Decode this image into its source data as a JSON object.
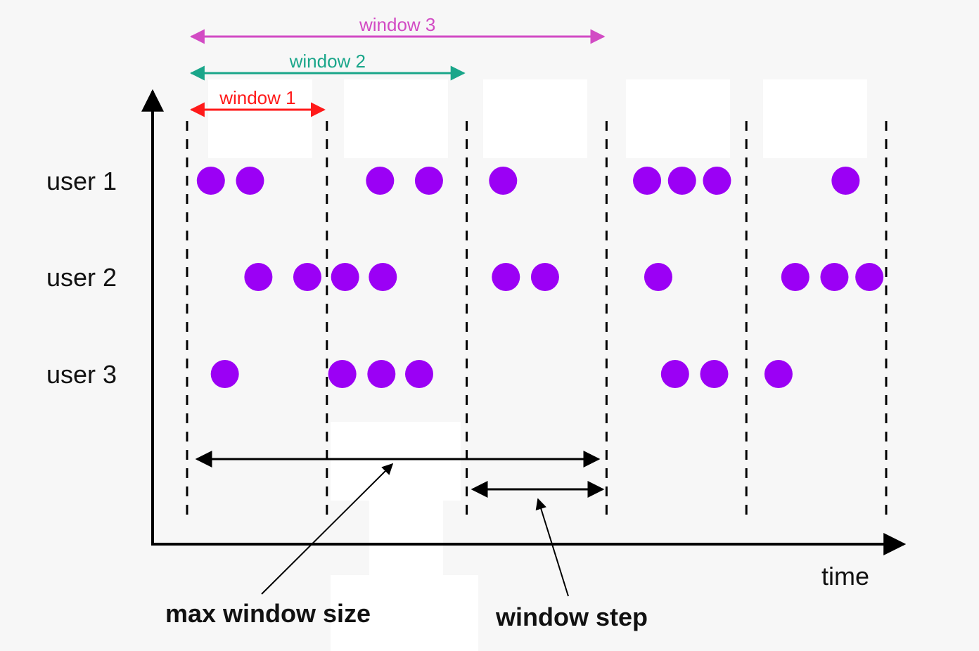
{
  "diagram": {
    "rows": [
      {
        "label": "user 1",
        "points": [
          4.17,
          4.45,
          5.38,
          5.73,
          6.26,
          7.29,
          7.54,
          7.79,
          8.71
        ]
      },
      {
        "label": "user 2",
        "points": [
          4.51,
          4.86,
          5.13,
          5.4,
          6.28,
          6.56,
          7.37,
          8.35,
          8.63,
          8.88
        ]
      },
      {
        "label": "user 3",
        "points": [
          4.27,
          5.11,
          5.39,
          5.66,
          7.49,
          7.77,
          8.23
        ]
      }
    ],
    "boundaries": [
      4,
      5,
      6,
      7,
      8,
      9
    ],
    "windows": [
      {
        "label": "window 1",
        "start": 4,
        "end": 5,
        "color": "#ff1a1a"
      },
      {
        "label": "window 2",
        "start": 4,
        "end": 6,
        "color": "#1aa68a"
      },
      {
        "label": "window 3",
        "start": 4,
        "end": 7,
        "color": "#d24bc4"
      }
    ],
    "axis": {
      "x_label": "time"
    },
    "annotations": {
      "max_window_size": "max window size",
      "window_step": "window step"
    },
    "colors": {
      "point": "#9b00f5",
      "axis": "#000000",
      "grid": "#000000"
    }
  }
}
